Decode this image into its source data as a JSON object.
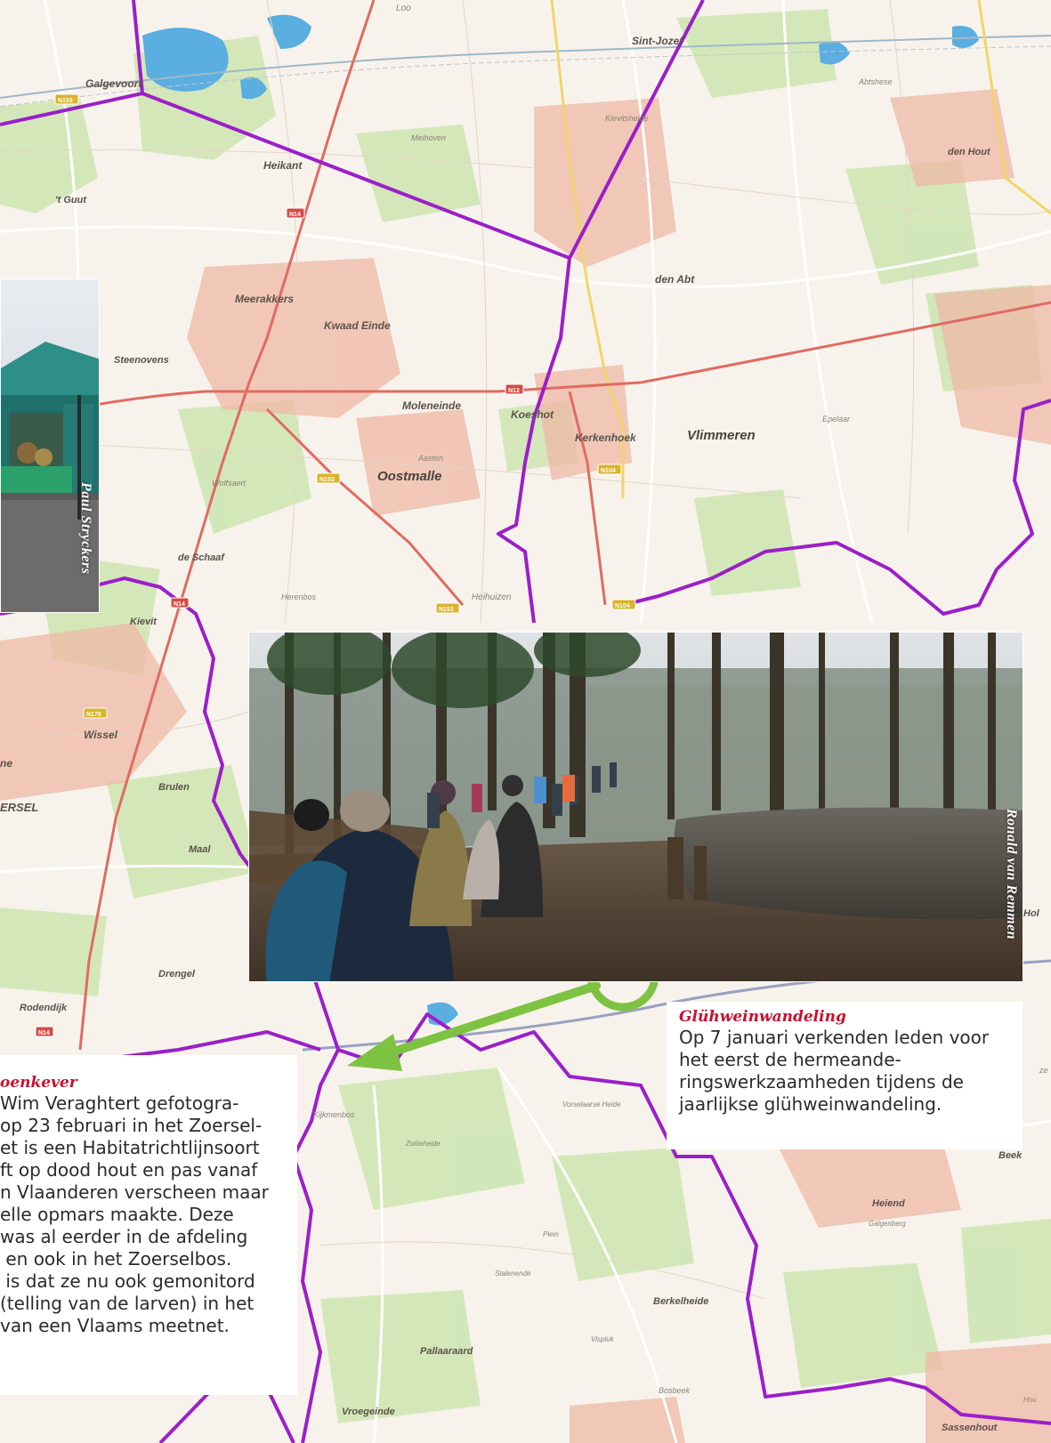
{
  "places": {
    "loo": "Loo",
    "sint_jozef": "Sint-Jozef",
    "galgevoort": "Galgevoort",
    "heikant": "Heikant",
    "meihoven": "Meihoven",
    "kievitsheide": "Kievitsheide",
    "abtshese": "Abtshese",
    "den_hout": "den Hout",
    "t_guut": "'t Guut",
    "den_abt": "den Abt",
    "meerakkers": "Meerakkers",
    "kwaad_einde": "Kwaad Einde",
    "steenovens": "Steenovens",
    "moleneinde": "Moleneinde",
    "koeshot": "Koeshot",
    "kerkenhoek": "Kerkenhoek",
    "vlimmeren": "Vlimmeren",
    "epelaar": "Epelaar",
    "aasten": "Aasten",
    "oostmalle": "Oostmalle",
    "wolfsaert": "Wolfsaert",
    "de_schaaf": "de Schaaf",
    "heihuizen": "Heihuizen",
    "herenbos": "Herenbos",
    "kievit": "Kievit",
    "wissel": "Wissel",
    "brulen": "Brulen",
    "maal": "Maal",
    "zoersel_fragment": "ERSEL",
    "ne_fragment": "ne",
    "drengel": "Drengel",
    "rodendijk": "Rodendijk",
    "hol_fragment": "Hol",
    "beek": "Beek",
    "kijkmenbos": "Kijkmenbos",
    "zwiteheide": "Zwiteheide",
    "vorselaarse_heide": "Vorselaarse Heide",
    "heiend": "Heiend",
    "galgenberg": "Galgenberg",
    "plein": "Plein",
    "stalenende": "Stalenende",
    "berkelheide": "Berkelheide",
    "pallaaraard": "Pallaaraard",
    "vispluk": "Vispluk",
    "bosbeek": "Bosbeek",
    "vroegeinde": "Vroegeinde",
    "sassenhout": "Sassenhout",
    "ze_fragment": "ze",
    "houw_fragment": "Hou"
  },
  "roads": {
    "n153": "N153",
    "n14_a": "N14",
    "n12": "N12",
    "n153_b": "N153",
    "n104": "N104",
    "n14_b": "N14",
    "n153_c": "N153",
    "n104_b": "N104",
    "n178": "N178",
    "n14_c": "N14"
  },
  "photos": {
    "market_credit": "Paul Stryckers",
    "forest_credit": "Ronald van Remmen"
  },
  "captions": {
    "gluhwein": {
      "title": "Glühweinwandeling",
      "body": "Op 7 januari verkenden leden voor het eerst de hermeande-ringswerkzaamheden tijdens de jaarlijkse glühweinwandeling."
    },
    "beetle": {
      "title": "oenkever",
      "lines": [
        "Wim Veraghtert gefotogra-",
        "op 23 februari in het Zoersel-",
        "et is een Habitatrichtlijnsoort",
        "ft op dood hout en pas vanaf",
        "n Vlaanderen verscheen maar",
        "elle opmars maakte. Deze",
        "was al eerder in de afdeling",
        " en ook in het Zoerselbos.",
        " is dat ze nu ook gemonitord",
        "(telling van de larven) in het",
        "van een Vlaams meetnet."
      ]
    }
  },
  "colors": {
    "boundary": "#9b1fc9",
    "arrow": "#7ec242",
    "caption_title": "#c8102e"
  }
}
